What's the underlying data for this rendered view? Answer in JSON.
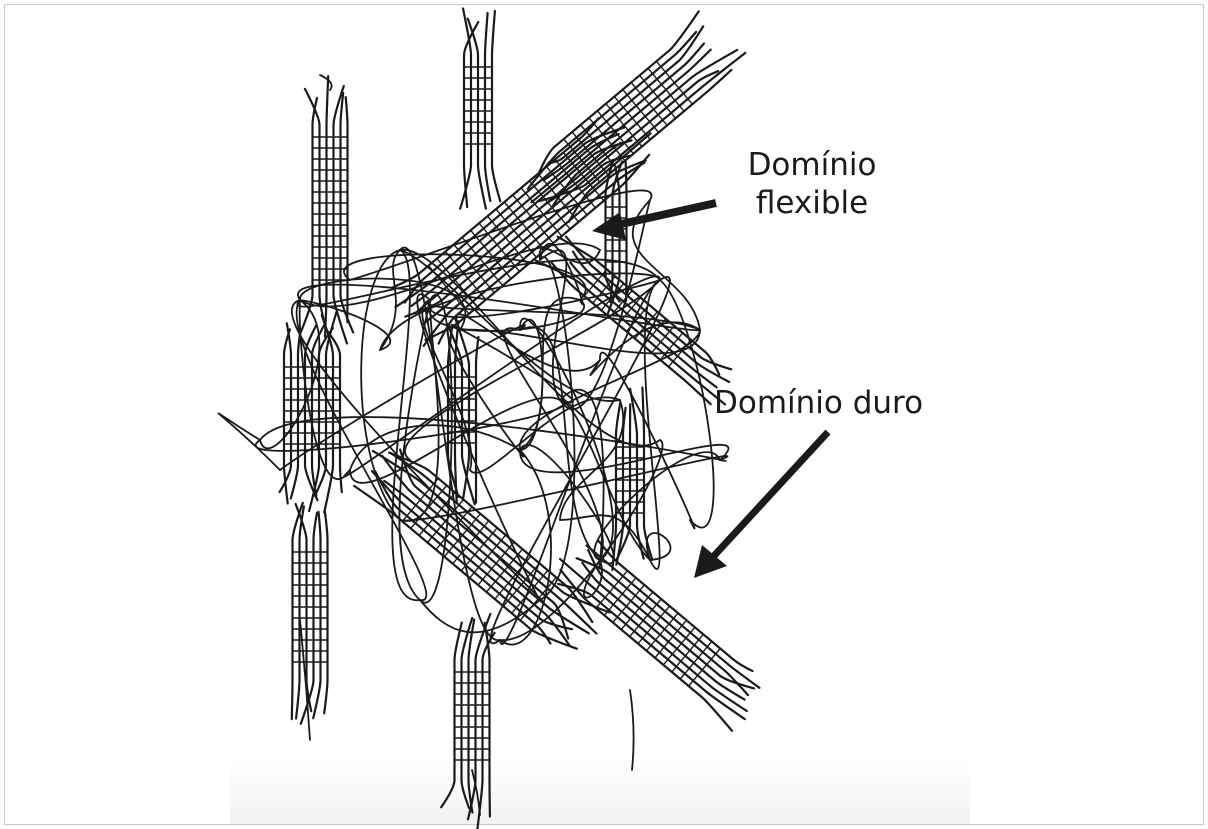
{
  "labels": {
    "flexible_line1": "Domínio",
    "flexible_line2": "flexible",
    "duro": "Domínio duro"
  },
  "colors": {
    "ink": "#1a1a1a",
    "background": "#ffffff",
    "border": "#c9c9c9"
  }
}
